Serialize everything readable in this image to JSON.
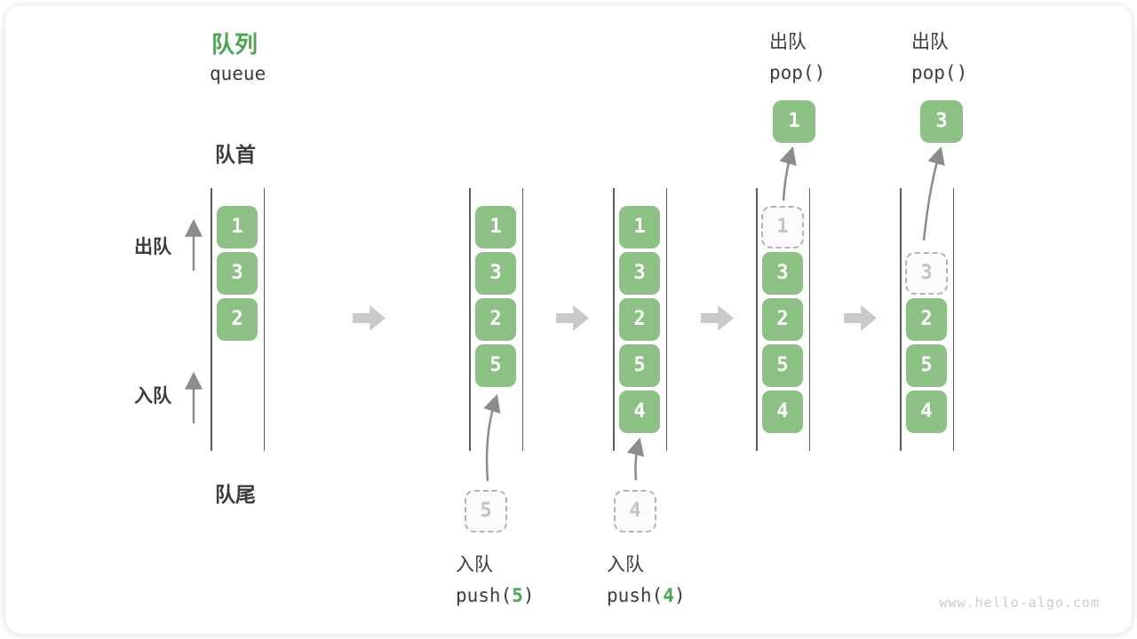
{
  "title": {
    "zh": "队列",
    "en": "queue"
  },
  "side_labels": {
    "front": "队首",
    "rear": "队尾",
    "dequeue": "出队",
    "enqueue": "入队"
  },
  "colors": {
    "green_box": "#8CC084",
    "green_accent": "#4CA554",
    "text_dark": "#3B3B3B",
    "arrow_gray": "#8C8C8C",
    "block_arrow_gray": "#C9C9C9",
    "dashed_border": "#B2B2B2",
    "dashed_text": "#C3C3C3",
    "watermark_gray": "#CBCBCB"
  },
  "columns": [
    {
      "cells": [
        {
          "v": "1",
          "type": "solid"
        },
        {
          "v": "3",
          "type": "solid"
        },
        {
          "v": "2",
          "type": "solid"
        }
      ]
    },
    {
      "cells": [
        {
          "v": "1",
          "type": "solid"
        },
        {
          "v": "3",
          "type": "solid"
        },
        {
          "v": "2",
          "type": "solid"
        },
        {
          "v": "5",
          "type": "solid"
        }
      ]
    },
    {
      "cells": [
        {
          "v": "1",
          "type": "solid"
        },
        {
          "v": "3",
          "type": "solid"
        },
        {
          "v": "2",
          "type": "solid"
        },
        {
          "v": "5",
          "type": "solid"
        },
        {
          "v": "4",
          "type": "solid"
        }
      ]
    },
    {
      "cells": [
        {
          "v": "1",
          "type": "dashed"
        },
        {
          "v": "3",
          "type": "solid"
        },
        {
          "v": "2",
          "type": "solid"
        },
        {
          "v": "5",
          "type": "solid"
        },
        {
          "v": "4",
          "type": "solid"
        }
      ]
    },
    {
      "cells": [
        {
          "v": "3",
          "type": "dashed"
        },
        {
          "v": "2",
          "type": "solid"
        },
        {
          "v": "5",
          "type": "solid"
        },
        {
          "v": "4",
          "type": "solid"
        }
      ]
    }
  ],
  "pops": [
    {
      "label": "出队",
      "code": "pop()",
      "value": "1"
    },
    {
      "label": "出队",
      "code": "pop()",
      "value": "3"
    }
  ],
  "pushes": [
    {
      "label": "入队",
      "code_prefix": "push(",
      "arg": "5",
      "code_suffix": ")",
      "value": "5"
    },
    {
      "label": "入队",
      "code_prefix": "push(",
      "arg": "4",
      "code_suffix": ")",
      "value": "4"
    }
  ],
  "watermark": "www.hello-algo.com"
}
